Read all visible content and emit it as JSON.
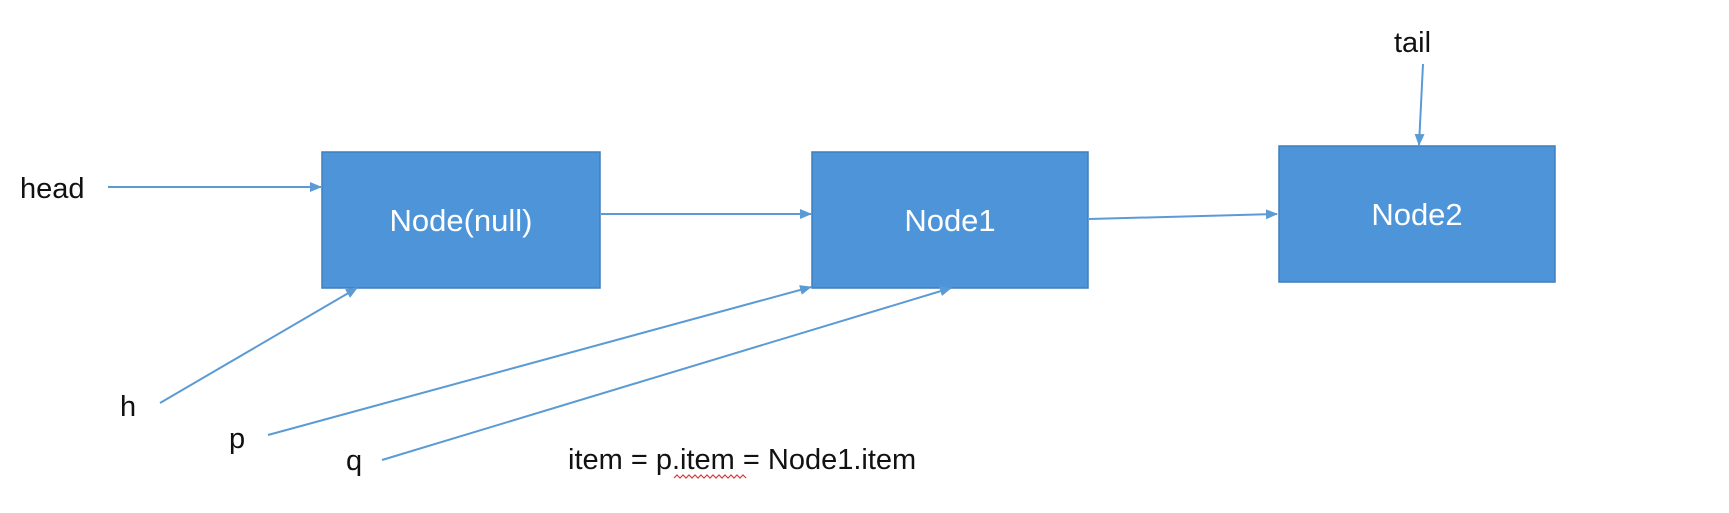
{
  "colors": {
    "node_fill": "#4d95d8",
    "node_border": "#3f7fbd",
    "arrow": "#5b9bd5",
    "label_text": "#111111",
    "node_text": "#ffffff",
    "spellcheck_underline": "#d83b3b"
  },
  "nodes": {
    "head_node": {
      "label": "Node(null)"
    },
    "node1": {
      "label": "Node1"
    },
    "node2": {
      "label": "Node2"
    }
  },
  "pointers": {
    "head": "head",
    "tail": "tail",
    "h": "h",
    "p": "p",
    "q": "q"
  },
  "annotation": {
    "prefix": "item = ",
    "underlined": "p.item",
    "suffix": " = Node1.item"
  }
}
